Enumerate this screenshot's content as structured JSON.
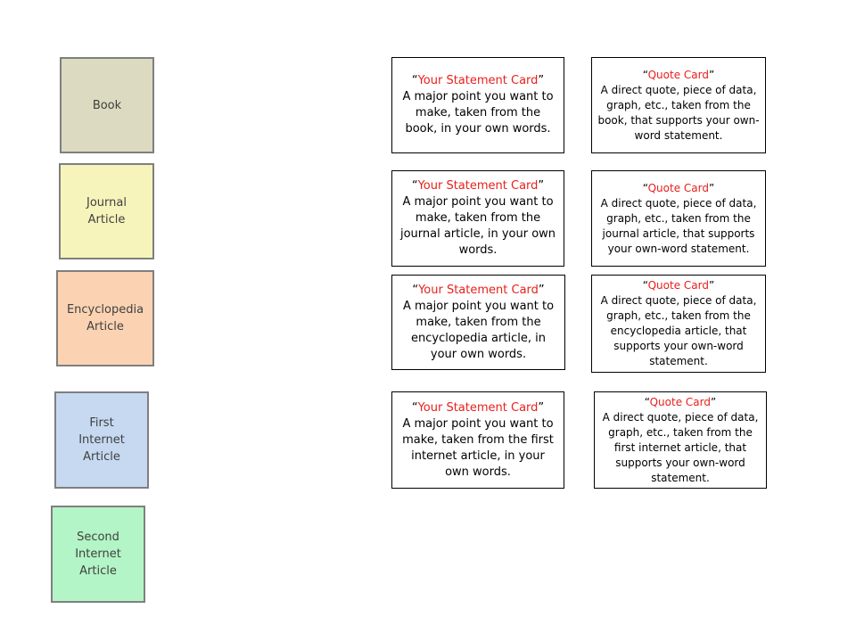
{
  "colors": {
    "source_border": "#7f7f7f",
    "card_border": "#000000",
    "card_title": "#e8201c",
    "book": "#dcdac0",
    "journal": "#f7f4bb",
    "encyclopedia": "#fbd3b2",
    "first_internet": "#c6d9f1",
    "second_internet": "#b3f5c6"
  },
  "sources": [
    {
      "label": "Book"
    },
    {
      "label": "Journal\nArticle"
    },
    {
      "label": "Encyclopedia\nArticle"
    },
    {
      "label": "First\nInternet\nArticle"
    },
    {
      "label": "Second\nInternet\nArticle"
    }
  ],
  "statement_cards": [
    {
      "open_quote": "“",
      "title": "Your Statement Card",
      "close_quote": "”",
      "body": "A major point you want to make, taken from the book, in your own words."
    },
    {
      "open_quote": "“",
      "title": "Your Statement Card",
      "close_quote": "”",
      "body": "A major point you want to make, taken from the journal article, in your own words."
    },
    {
      "open_quote": "“",
      "title": "Your Statement Card",
      "close_quote": "”",
      "body": "A major point you want to make, taken from the encyclopedia article, in your own words."
    },
    {
      "open_quote": "“",
      "title": "Your Statement Card",
      "close_quote": "”",
      "body": "A major point you want to make, taken from the first internet article, in your own words."
    }
  ],
  "quote_cards": [
    {
      "open_quote": "“",
      "title": "Quote Card",
      "close_quote": "”",
      "body": "A direct quote, piece of data, graph, etc., taken from the book, that supports your own-word statement."
    },
    {
      "open_quote": "“",
      "title": "Quote Card",
      "close_quote": "”",
      "body": "A direct quote, piece of data, graph, etc., taken from the journal article, that supports your own-word statement."
    },
    {
      "open_quote": "“",
      "title": "Quote Card",
      "close_quote": "”",
      "body": "A direct quote, piece of data, graph, etc., taken from the encyclopedia article, that supports your own-word statement."
    },
    {
      "open_quote": "“",
      "title": "Quote Card",
      "close_quote": "”",
      "body": "A direct quote, piece of data, graph, etc., taken from the first internet article, that supports your own-word statement."
    }
  ]
}
